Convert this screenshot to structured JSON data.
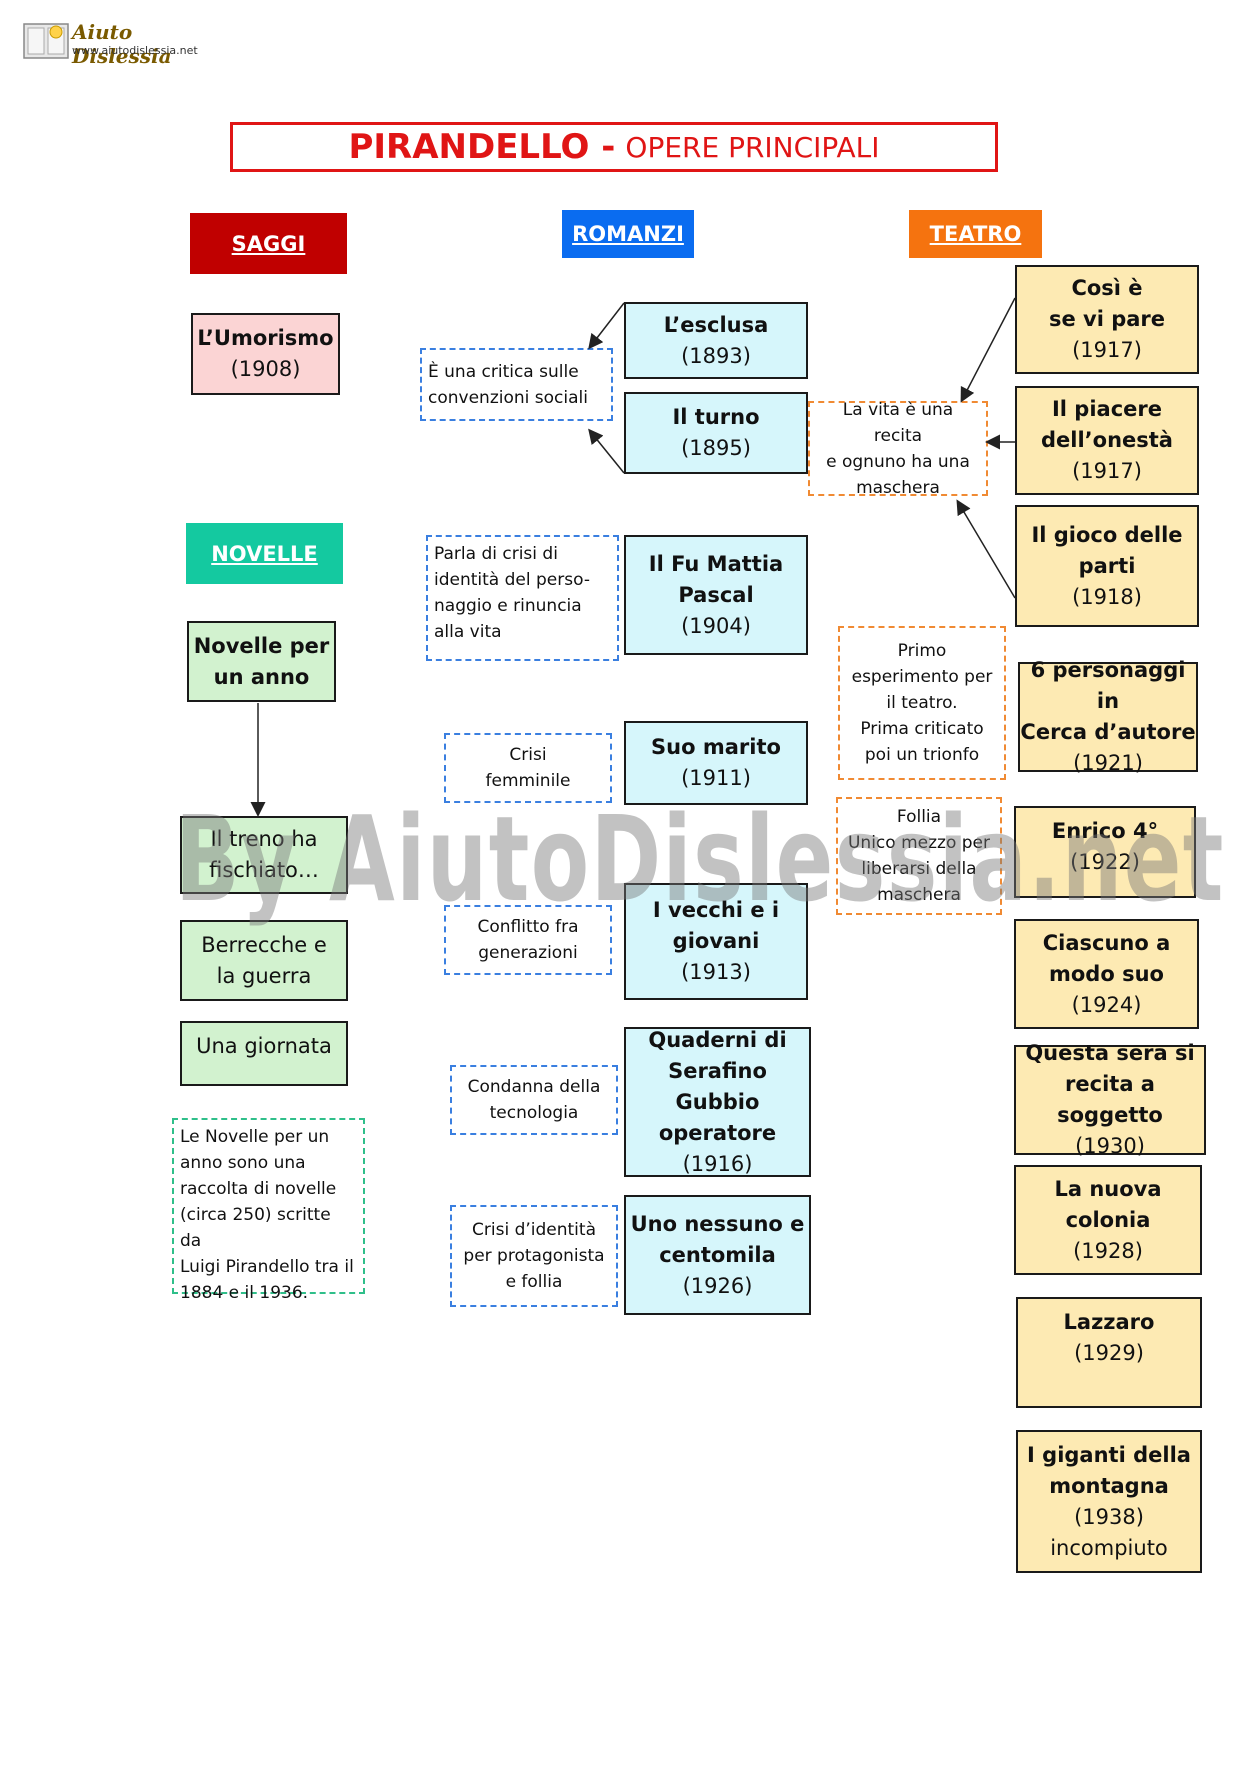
{
  "logo": {
    "brand": "Aiuto Dislessia",
    "url": "www.aiutodislessia.net"
  },
  "title": {
    "main": "PIRANDELLO -",
    "sub": "OPERE PRINCIPALI"
  },
  "headers": {
    "saggi": "SAGGI",
    "romanzi": "ROMANZI",
    "teatro": "TEATRO",
    "novelle": "NOVELLE"
  },
  "saggi": [
    {
      "title": "L’Umorismo",
      "year": "(1908)"
    }
  ],
  "novelle": {
    "main": {
      "title": "Novelle per\nun anno"
    },
    "items": [
      "Il treno ha\nfischiato…",
      "Berrecche e\nla guerra",
      "Una giornata"
    ],
    "note": "Le Novelle per un\nanno sono una\nraccolta di novelle\n(circa 250) scritte da\nLuigi Pirandello tra il\n1884 e il 1936."
  },
  "romanzi": [
    {
      "title": "L’esclusa",
      "year": "(1893)"
    },
    {
      "title": "Il turno",
      "year": "(1895)"
    },
    {
      "title": "Il Fu Mattia\nPascal",
      "year": "(1904)"
    },
    {
      "title": "Suo marito",
      "year": "(1911)"
    },
    {
      "title": "I vecchi e i\ngiovani",
      "year": "(1913)"
    },
    {
      "title": "Quaderni di\nSerafino Gubbio\noperatore",
      "year": "(1916)"
    },
    {
      "title": "Uno nessuno e\ncentomila",
      "year": "(1926)"
    }
  ],
  "romanzi_notes": [
    "È una critica sulle\nconvenzioni sociali",
    "Parla di crisi di\nidentità del perso-\nnaggio e rinuncia\nalla vita",
    "Crisi\nfemminile",
    "Conflitto fra\ngenerazioni",
    "Condanna della\ntecnologia",
    "Crisi d’identità\nper protagonista\ne follia"
  ],
  "teatro": [
    {
      "title": "Così è\nse vi pare",
      "year": "(1917)"
    },
    {
      "title": "Il piacere\ndell’onestà",
      "year": "(1917)"
    },
    {
      "title": "Il gioco delle\nparti",
      "year": "(1918)"
    },
    {
      "title": "6 personaggi in\nCerca d’autore",
      "year": "(1921)"
    },
    {
      "title": "Enrico 4°",
      "year": "(1922)"
    },
    {
      "title": "Ciascuno a\nmodo suo",
      "year": "(1924)"
    },
    {
      "title": "Questa sera si\nrecita a soggetto",
      "year": "(1930)"
    },
    {
      "title": "La nuova\ncolonia",
      "year": "(1928)"
    },
    {
      "title": "Lazzaro",
      "year": "(1929)"
    },
    {
      "title": "I giganti della\nmontagna",
      "year": "(1938)\nincompiuto"
    }
  ],
  "teatro_notes": [
    "La vita è una recita\ne ognuno ha una\nmaschera",
    "Primo\nesperimento per\nil teatro.\nPrima criticato\npoi un trionfo",
    "Follia\nUnico mezzo per\nliberarsi della\nmaschera"
  ],
  "watermark": "By AiutoDislessia.net",
  "colors": {
    "saggi": "#c00000",
    "romanzi": "#0a6cf0",
    "teatro": "#f5730f",
    "novelle": "#14c9a0",
    "title": "#e01515"
  }
}
